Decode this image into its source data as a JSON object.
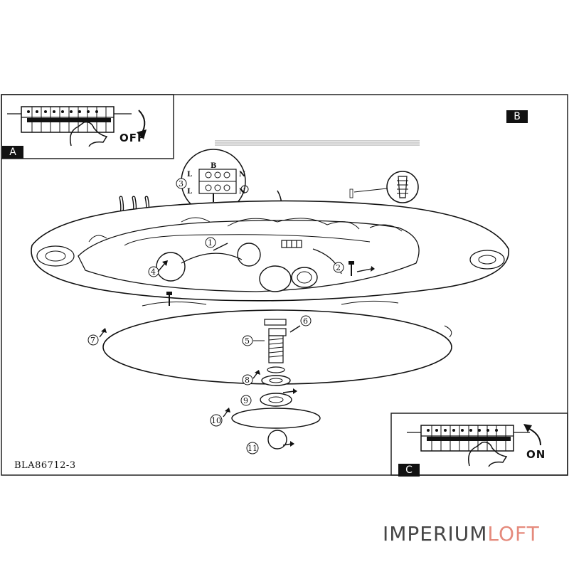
{
  "panels": {
    "a_label": "A",
    "b_label": "B",
    "c_label": "C",
    "off_text": "OFF",
    "on_text": "ON"
  },
  "model_number": "BLA86712-3",
  "steps": [
    "1",
    "2",
    "3",
    "4",
    "5",
    "6",
    "7",
    "8",
    "9",
    "10",
    "11"
  ],
  "terminal_letters": {
    "l_top": "L",
    "n_top": "N",
    "l_bottom": "L",
    "n_bottom": "N",
    "b": "B"
  },
  "watermark": {
    "part1": "IMPERIUM",
    "part2": "LOFT",
    "color1": "#454545",
    "color2": "#e58a7c"
  }
}
